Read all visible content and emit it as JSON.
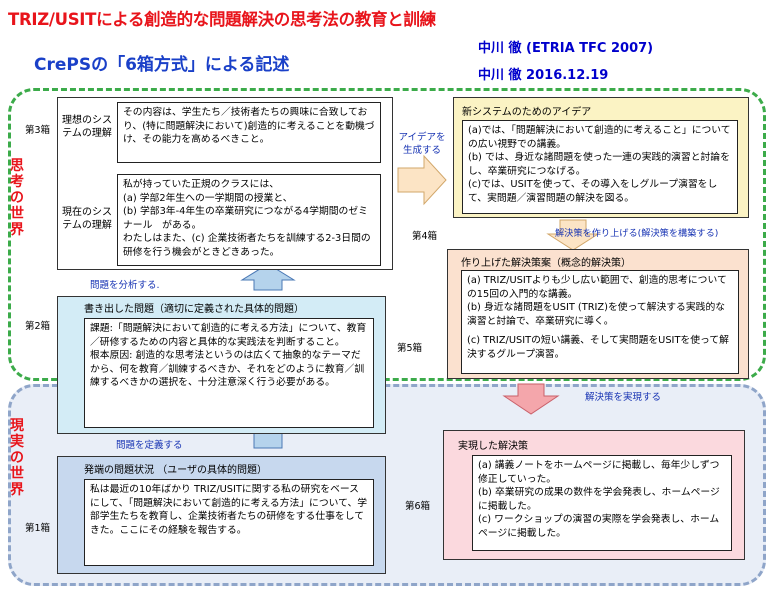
{
  "header": {
    "title": "TRIZ/USITによる創造的な問題解決の思考法の教育と訓練",
    "subtitle": "CrePSの「6箱方式」による記述",
    "author_line1": "中川 徹  (ETRIA TFC 2007)",
    "author_line2": "中川 徹   2016.12.19"
  },
  "worlds": {
    "thinking": "思考の世界",
    "reality": "現実の世界"
  },
  "stages": {
    "box1": "第1箱",
    "box2": "第2箱",
    "box3": "第3箱",
    "box4": "第4箱",
    "box5": "第5箱",
    "box6": "第6箱"
  },
  "arrows": {
    "define_problem": "問題を定義する",
    "analyze_problem": "問題を分析する.",
    "generate_ideas": "アイデアを生成する",
    "build_solution": "解決策を作り上げる(解決策を構築する)",
    "implement_solution": "解決策を実現する"
  },
  "box3": {
    "ideal_label": "理想のシステムの理解",
    "ideal_text": "その内容は、学生たち／技術者たちの興味に合致しており、(特に問題解決において)創造的に考えることを動機づけ、その能力を高めるべきこと。",
    "current_label": "現在のシステムの理解",
    "current_lines": [
      "私が持っていた正規のクラスには、",
      "(a) 学部2年生への一学期間の授業と、",
      "(b) 学部3年-4年生の卒業研究につながる4学期間のゼミナール　がある。",
      "わたしはまた、(c) 企業技術者たちを訓練する2-3日間の研修を行う機会がときどきあった。"
    ]
  },
  "box2": {
    "heading": "書き出した問題（適切に定義された具体的問題）",
    "task": "課題:「問題解決において創造的に考える方法」について、教育／研修するための内容と具体的な実践法を判断すること。",
    "root_cause": "根本原因: 創造的な思考法というのは広くて抽象的なテーマだから、何を教育／訓練するべきか、それをどのように教育／訓練するべきかの選択を、十分注意深く行う必要がある。"
  },
  "box1": {
    "heading": "発端の問題状況 （ユーザの具体的問題）",
    "text": "私は最近の10年ばかり TRIZ/USITに関する私の研究をベースにして、「問題解決において創造的に考える方法」について、学部学生たちを教育し、企業技術者たちの研修をする仕事をしてきた。ここにその経験を報告する。"
  },
  "box4": {
    "heading": "新システムのためのアイデア",
    "lines": [
      "(a)では、「問題解決において創造的に考えること」についての広い視野での講義。",
      "(b) では、身近な諸問題を使った一連の実践的演習と討論をし、卒業研究につなげる。",
      "(c)では、USITを使って、その導入をしグループ演習をして、実問題／演習問題の解決を図る。"
    ]
  },
  "box5": {
    "heading": "作り上げた解決策案（概念的解決策）",
    "lines": [
      "(a) TRIZ/USITよりも少し広い範囲で、創造的思考についての15回の入門的な講義。",
      "(b) 身近な諸問題をUSIT (TRIZ)を使って解決する実践的な演習と討論で、卒業研究に導く。",
      "(c) TRIZ/USITの短い講義、そして実問題をUSITを使って解決するグループ演習。"
    ]
  },
  "box6": {
    "heading": "実現した解決策",
    "lines": [
      "(a) 講義ノートをホームページに掲載し、毎年少しずつ修正していった。",
      "(b) 卒業研究の成果の数件を学会発表し、ホームページに掲載した。",
      "(c) ワークショップの演習の実際を学会発表し、ホームページに掲載した。"
    ]
  },
  "colors": {
    "title_red": "#e8141b",
    "green_region_border": "#3cab4a",
    "blue_region_border": "#8fa5c9",
    "box4_fill": "#fbf3c4",
    "box5_fill": "#fbe1cf",
    "box6_fill": "#fbd9de",
    "box2_fill": "#d3ecf6",
    "box1_fill": "#c7d8ee",
    "box3_fill": "#ffffff",
    "arrow_fill": "#fce4c5",
    "arrow_blue": "#b5d3ec",
    "arrow_pink": "#f4a6ab"
  }
}
